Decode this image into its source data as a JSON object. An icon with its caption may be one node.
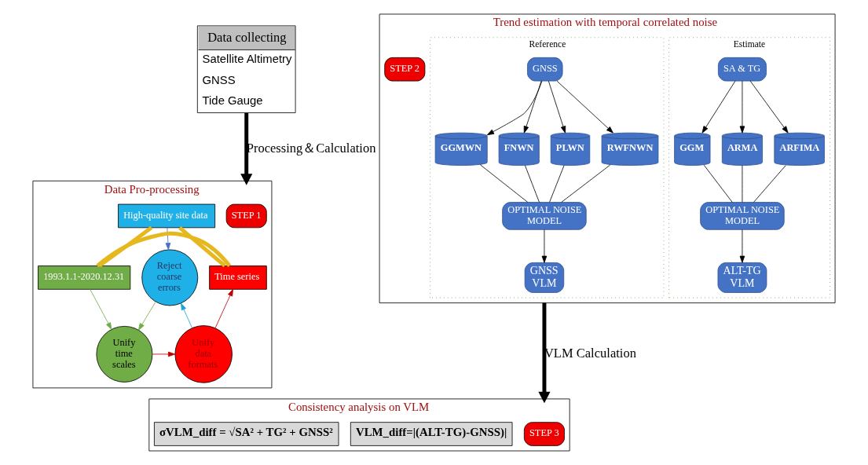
{
  "diagram": {
    "nodes": [
      {
        "text": [
          "Data collecting",
          "Satellite Altimetry",
          "GNSS",
          "Tide Gauge"
        ]
      },
      {
        "text": [
          "Data Pro-processing"
        ]
      },
      {
        "text": [
          "STEP 1"
        ],
        "in": 1
      },
      {
        "text": [
          "High-quality site data"
        ],
        "in": 1
      },
      {
        "text": [
          "1993.1.1-2020.12.31"
        ],
        "in": 1
      },
      {
        "text": [
          "Reject coarse errors"
        ],
        "in": 1
      },
      {
        "text": [
          "Unify time scales"
        ],
        "in": 1
      },
      {
        "text": [
          "Unify data formats"
        ],
        "in": 1
      },
      {
        "text": [
          "Time series"
        ],
        "in": 1
      },
      {
        "text": [
          "Trend estimation with temporal correlated noise"
        ]
      },
      {
        "text": [
          "STEP 2"
        ],
        "in": 9
      },
      {
        "text": [
          "Estimate"
        ],
        "in": 9
      },
      {
        "text": [
          "SA & TG"
        ],
        "in": 11
      },
      {
        "text": [
          "GGM"
        ],
        "in": 11
      },
      {
        "text": [
          "ARMA"
        ],
        "in": 11
      },
      {
        "text": [
          "ARFIMA"
        ],
        "in": 11
      },
      {
        "text": [
          "OPTIMAL NOISE MODEL"
        ],
        "in": 11
      },
      {
        "text": [
          "ALT-TG VLM"
        ],
        "in": 11
      },
      {
        "text": [
          "Reference"
        ],
        "in": 9
      },
      {
        "text": [
          "GNSS"
        ],
        "in": 18
      },
      {
        "text": [
          "GGMWN"
        ],
        "in": 18
      },
      {
        "text": [
          "FNWN"
        ],
        "in": 18
      },
      {
        "text": [
          "PLWN"
        ],
        "in": 18
      },
      {
        "text": [
          "RWFNWN"
        ],
        "in": 18
      },
      {
        "text": [
          "OPTIMAL NOISE MODEL"
        ],
        "in": 18
      },
      {
        "text": [
          "GNSS VLM"
        ],
        "in": 18
      },
      {
        "text": [
          "Consistency analysis on VLM"
        ]
      },
      {
        "text": [
          "STEP 3"
        ],
        "in": 26
      },
      {
        "text": [
          "VLM_diff=|(ALT-TG)-GNSS)|"
        ],
        "in": 26
      },
      {
        "text": [
          "σVLM_diff = √SA² + TG² + GNSS²"
        ],
        "in": 26
      }
    ],
    "edges": [
      {
        "from": 0,
        "to": 1,
        "arrow": "to",
        "label": "Processing＆Calculation",
        "style": "thick"
      },
      {
        "from": 3,
        "to": 5,
        "arrow": "to",
        "color": "#4472c4"
      },
      {
        "from": 4,
        "to": 6,
        "arrow": "to",
        "color": "#70ad47"
      },
      {
        "from": 5,
        "to": 6,
        "arrow": "to",
        "color": "#70ad47"
      },
      {
        "from": 6,
        "to": 7,
        "arrow": "to",
        "color": "#c00000"
      },
      {
        "from": 7,
        "to": 5,
        "arrow": "to",
        "color": "#1fa0d8"
      },
      {
        "from": 7,
        "to": 8,
        "arrow": "to",
        "color": "#c00000"
      },
      {
        "from": 3,
        "to": 4,
        "arrow": "none",
        "color": "#e6b820",
        "style": "thick"
      },
      {
        "from": 3,
        "to": 8,
        "arrow": "none",
        "color": "#e6b820",
        "style": "thick"
      },
      {
        "from": 4,
        "to": 8,
        "arrow": "none",
        "color": "#e6b820",
        "style": "thick"
      },
      {
        "from": 12,
        "to": 13,
        "arrow": "to"
      },
      {
        "from": 12,
        "to": 14,
        "arrow": "to"
      },
      {
        "from": 12,
        "to": 15,
        "arrow": "to"
      },
      {
        "from": 13,
        "to": 16,
        "arrow": "none"
      },
      {
        "from": 14,
        "to": 16,
        "arrow": "none"
      },
      {
        "from": 15,
        "to": 16,
        "arrow": "none"
      },
      {
        "from": 16,
        "to": 17,
        "arrow": "to"
      },
      {
        "from": 19,
        "to": 20,
        "arrow": "to"
      },
      {
        "from": 19,
        "to": 21,
        "arrow": "to"
      },
      {
        "from": 19,
        "to": 22,
        "arrow": "to"
      },
      {
        "from": 19,
        "to": 23,
        "arrow": "to"
      },
      {
        "from": 20,
        "to": 24,
        "arrow": "none"
      },
      {
        "from": 21,
        "to": 24,
        "arrow": "none"
      },
      {
        "from": 22,
        "to": 24,
        "arrow": "none"
      },
      {
        "from": 23,
        "to": 24,
        "arrow": "none"
      },
      {
        "from": 24,
        "to": 25,
        "arrow": "to"
      },
      {
        "from": 9,
        "to": 26,
        "arrow": "to",
        "label": "VLM Calculation",
        "style": "thick"
      }
    ]
  }
}
